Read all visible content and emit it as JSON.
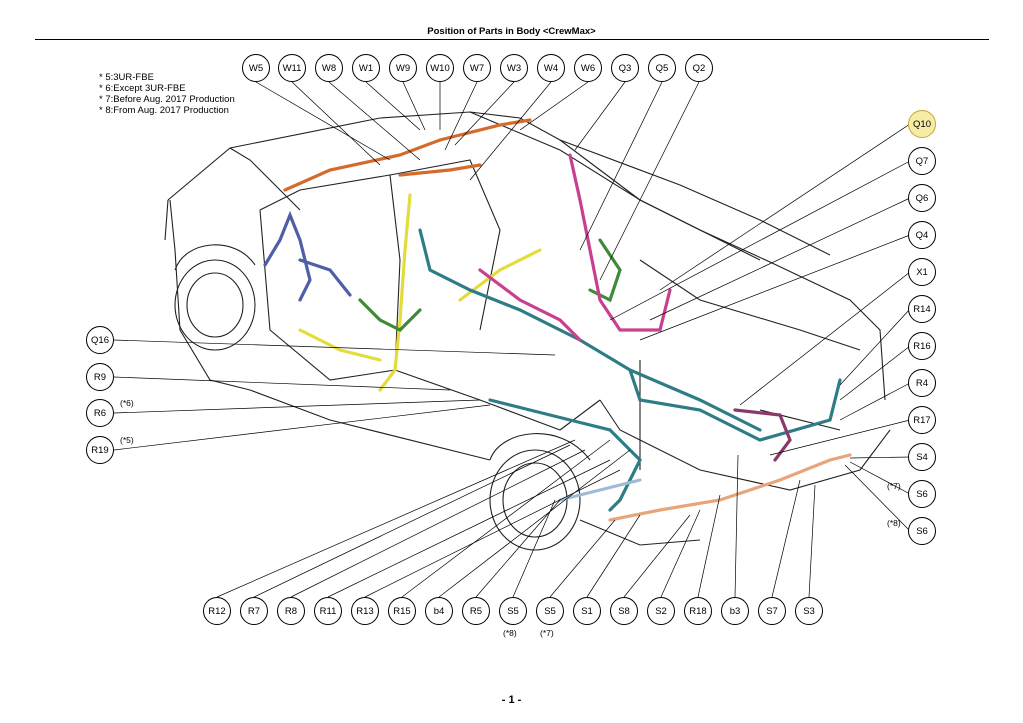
{
  "header": {
    "title": "Position of Parts in Body <CrewMax>"
  },
  "notes": [
    "* 5:3UR-FBE",
    "* 6:Except 3UR-FBE",
    "* 7:Before Aug. 2017 Production",
    "* 8:From Aug. 2017 Production"
  ],
  "top_callouts": [
    "W5",
    "W11",
    "W8",
    "W1",
    "W9",
    "W10",
    "W7",
    "W3",
    "W4",
    "W6",
    "Q3",
    "Q5",
    "Q2"
  ],
  "right_callouts": [
    "Q10",
    "Q7",
    "Q6",
    "Q4",
    "X1",
    "R14",
    "R16",
    "R4",
    "R17",
    "S4",
    "S6",
    "S6"
  ],
  "right_notes": [
    "(*7)",
    "(*8)"
  ],
  "left_callouts": [
    "Q16",
    "R9",
    "R6",
    "R19"
  ],
  "left_notes": [
    "(*6)",
    "(*5)"
  ],
  "bottom_callouts": [
    "R12",
    "R7",
    "R8",
    "R11",
    "R13",
    "R15",
    "b4",
    "R5",
    "S5",
    "S5",
    "S1",
    "S8",
    "S2",
    "R18",
    "b3",
    "S7",
    "S3"
  ],
  "bottom_notes": [
    "(*8)",
    "(*7)"
  ],
  "highlighted_callout": "Q10",
  "colors": {
    "highlight": "#f6eca6",
    "harness_orange": "#d46a2c",
    "harness_yellow": "#e3dc3c",
    "harness_green": "#3f8a3a",
    "harness_teal": "#2e7d86",
    "harness_magenta": "#c8408f",
    "harness_blue": "#4f5fa6",
    "harness_peach": "#e8a47a"
  },
  "footer": {
    "page": "- 1 -"
  }
}
